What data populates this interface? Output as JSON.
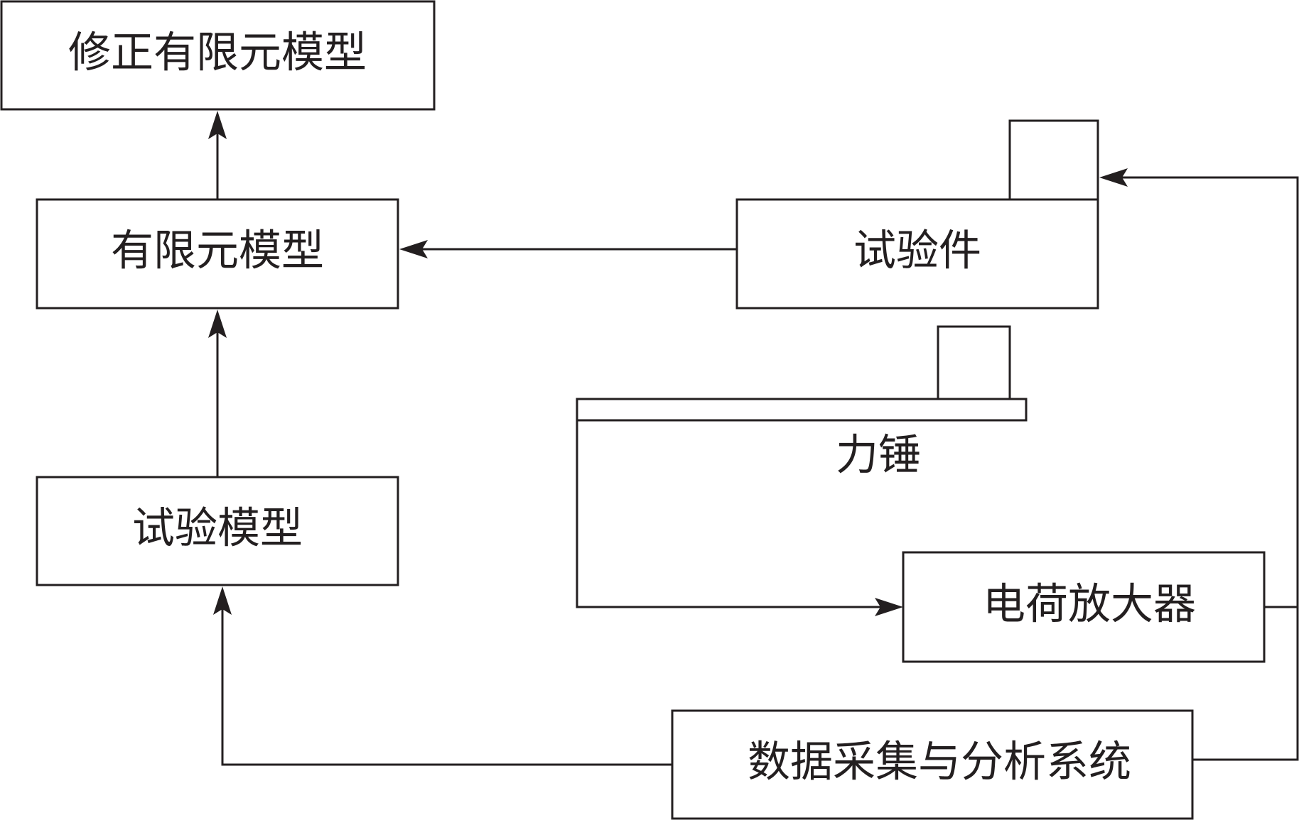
{
  "nodes": {
    "corrected_model": "修正有限元模型",
    "fe_model": "有限元模型",
    "specimen": "试验件",
    "test_model": "试验模型",
    "hammer": "力锤",
    "charge_amplifier": "电荷放大器",
    "daq_system": "数据采集与分析系统"
  },
  "colors": {
    "line": "#231f20",
    "background": "#ffffff"
  }
}
